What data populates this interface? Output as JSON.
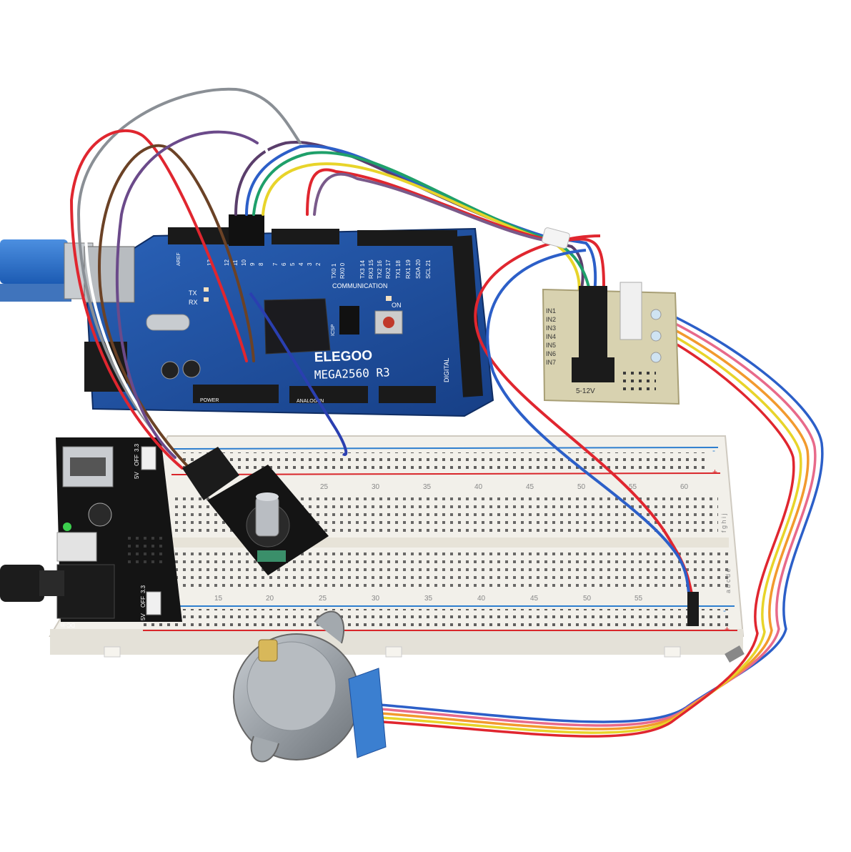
{
  "arduino": {
    "brand": "ELEGOO",
    "model": "MEGA2560 R3",
    "communication_label": "COMMUNICATION",
    "pwm_header_numbers": [
      "13",
      "12",
      "11",
      "10",
      "9",
      "8",
      "7",
      "6",
      "5",
      "4",
      "3",
      "2"
    ],
    "comm_labels": [
      "TX0 1",
      "RX0 0",
      "TX3 14",
      "RX3 15",
      "TX2 16",
      "RX2 17",
      "TX1 18",
      "RX1 19",
      "SDA 20",
      "SCL 21"
    ],
    "digital_label": "DIGITAL",
    "power_label": "POWER",
    "analog_label": "ANALOG IN",
    "tx_label": "TX",
    "rx_label": "RX",
    "on_label": "ON",
    "aref_label": "AREF",
    "icsp_label": "ICSP"
  },
  "driver": {
    "inputs": [
      "IN1",
      "IN2",
      "IN3",
      "IN4",
      "IN5",
      "IN6",
      "IN7"
    ],
    "voltage_label": "5-12V"
  },
  "power_module": {
    "labels": [
      "5V",
      "OFF",
      "3.3"
    ],
    "bottom_labels": [
      "5V",
      "OFF",
      "3.3"
    ],
    "dc_label": "DC-in"
  },
  "breadboard": {
    "column_numbers_top": [
      "25",
      "30",
      "35",
      "40",
      "45",
      "50",
      "55",
      "60"
    ],
    "column_numbers_bottom": [
      "15",
      "20",
      "25",
      "30",
      "35",
      "40",
      "45",
      "50",
      "55"
    ],
    "row_letters_top": "f g h i j",
    "row_letters_bottom": "a b c d e",
    "rail_minus": "-",
    "rail_plus": "+"
  },
  "colors": {
    "board_blue": "#1e4f9c",
    "breadboard": "#f2f0ea",
    "rail_red": "#d9262a",
    "rail_blue": "#2f7fcf",
    "wire_red": "#e0262f",
    "wire_blue": "#2c5fc8",
    "wire_orange": "#f29a2e",
    "wire_yellow": "#e8d42a",
    "wire_green": "#1fa06a",
    "driver_pcb": "#d8d2b0",
    "motor_metal": "#9aa0a6"
  }
}
